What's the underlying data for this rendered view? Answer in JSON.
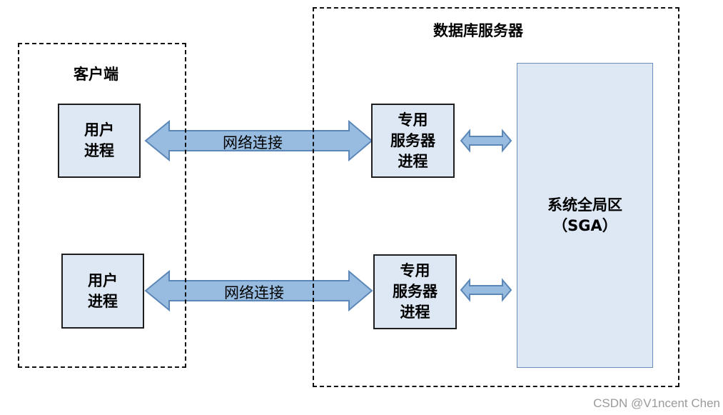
{
  "client": {
    "title": "客户端",
    "processes": [
      {
        "label": "用户\n进程"
      },
      {
        "label": "用户\n进程"
      }
    ]
  },
  "server": {
    "title": "数据库服务器",
    "dedicated_processes": [
      {
        "label": "专用\n服务器\n进程"
      },
      {
        "label": "专用\n服务器\n进程"
      }
    ],
    "sga": {
      "label": "系统全局区\n（SGA）"
    }
  },
  "connections": [
    {
      "label": "网络连接"
    },
    {
      "label": "网络连接"
    }
  ],
  "watermark": "CSDN @V1ncent Chen",
  "colors": {
    "box_fill": "#dde8f4",
    "arrow_fill": "#98bce0",
    "arrow_stroke": "#5b87b8"
  }
}
